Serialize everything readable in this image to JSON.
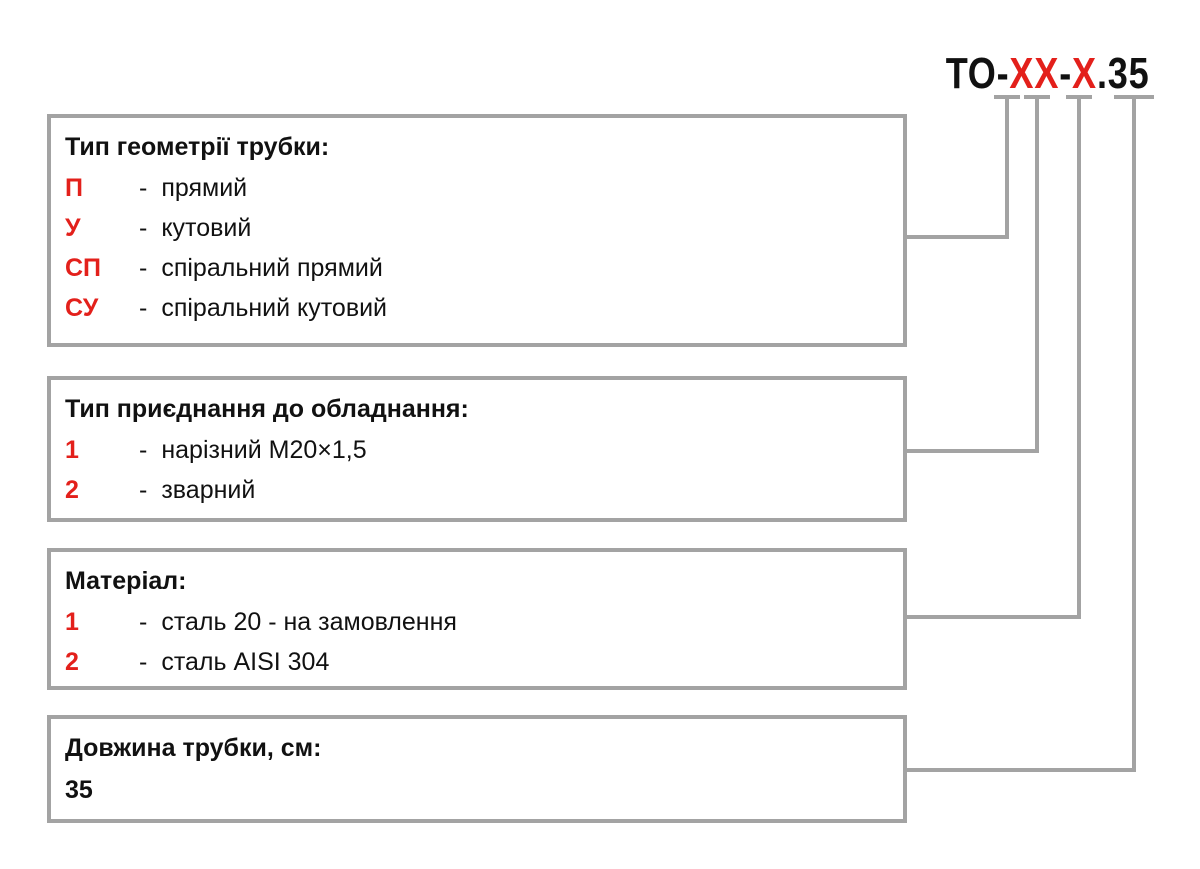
{
  "code": {
    "prefix": "ТО-",
    "geometry_placeholder": "ХХ",
    "sep1": "-",
    "material_placeholder": "Х",
    "suffix": ".35"
  },
  "colors": {
    "accent": "#e3201b",
    "border": "#a3a3a3",
    "text": "#111111"
  },
  "sections": {
    "geometry": {
      "title": "Тип геометрії трубки:",
      "options": [
        {
          "code": "П",
          "dash": "-",
          "label": "прямий"
        },
        {
          "code": "У",
          "dash": "-",
          "label": "кутовий"
        },
        {
          "code": "СП",
          "dash": "-",
          "label": "спіральний прямий"
        },
        {
          "code": "СУ",
          "dash": "-",
          "label": "спіральний кутовий"
        }
      ]
    },
    "connection": {
      "title": "Тип приєднання до обладнання:",
      "options": [
        {
          "code": "1",
          "dash": "-",
          "label": "нарізний М20×1,5"
        },
        {
          "code": "2",
          "dash": "-",
          "label": "зварний"
        }
      ]
    },
    "material": {
      "title": "Матеріал:",
      "options": [
        {
          "code": "1",
          "dash": "-",
          "label": "сталь 20 - на замовлення"
        },
        {
          "code": "2",
          "dash": "-",
          "label": "сталь AISI 304"
        }
      ]
    },
    "length": {
      "title": "Довжина трубки, см:",
      "value": "35"
    }
  }
}
